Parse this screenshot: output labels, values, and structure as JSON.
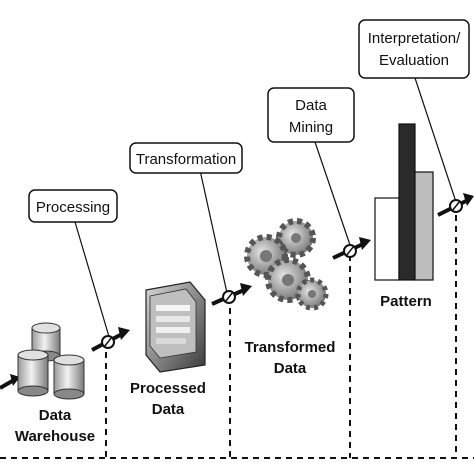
{
  "diagram": {
    "callouts": {
      "processing": "Processing",
      "transformation": "Transformation",
      "data_mining_line1": "Data",
      "data_mining_line2": "Mining",
      "interpretation_line1": "Interpretation/",
      "interpretation_line2": "Evaluation"
    },
    "stages": {
      "warehouse_line1": "Data",
      "warehouse_line2": "Warehouse",
      "processed_line1": "Processed",
      "processed_line2": "Data",
      "transformed_line1": "Transformed",
      "transformed_line2": "Data",
      "pattern": "Pattern"
    }
  }
}
